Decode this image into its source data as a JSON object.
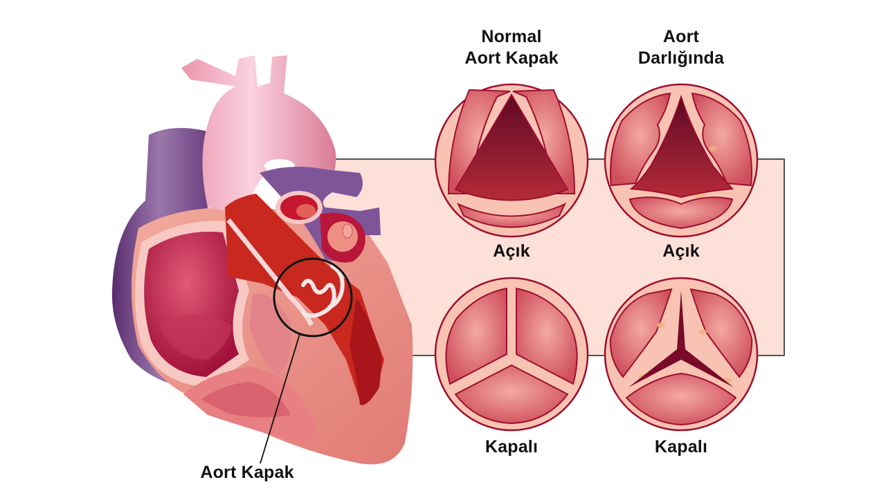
{
  "figure": {
    "subject": "Aortic valve: normal vs. stenosis",
    "heart_label": "Aort Kapak",
    "columns": [
      {
        "title_line1": "Normal",
        "title_line2": "Aort Kapak",
        "open_label": "Açık",
        "closed_label": "Kapalı"
      },
      {
        "title_line1": "Aort",
        "title_line2": "Darlığında",
        "open_label": "Açık",
        "closed_label": "Kapalı"
      }
    ],
    "colors": {
      "callout_box_fill": "#fde0d8",
      "valve_rim": "#f9c3b3",
      "valve_outline": "#9e0f2e",
      "leaflet": "#d9606a",
      "lumen_dark": "#6e0a26",
      "calcification": "#f0b27a",
      "aorta_pink": "#f2a9bd",
      "vein_purple": "#7a4f8e",
      "blood_red": "#c8281e",
      "myocardium": "#e98a84"
    }
  }
}
